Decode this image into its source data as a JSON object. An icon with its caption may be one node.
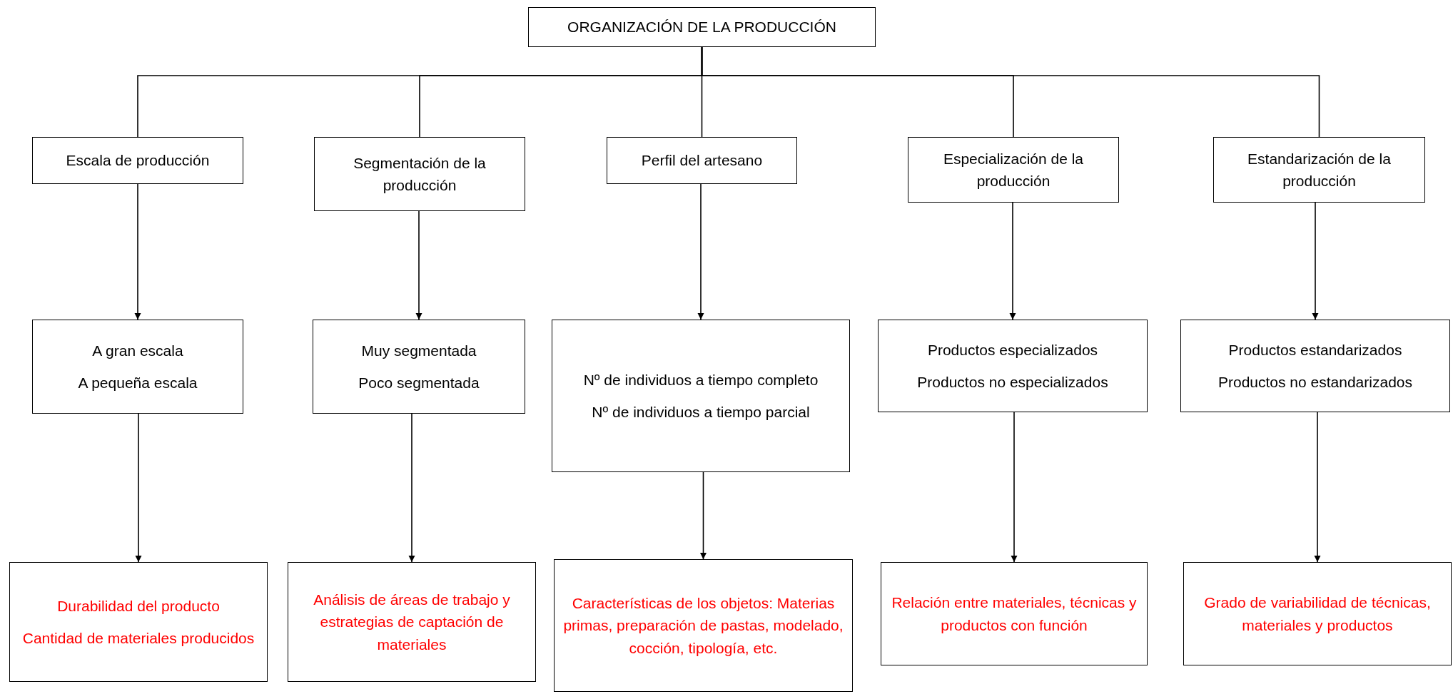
{
  "diagram": {
    "nodes": [
      {
        "text": [
          "ORGANIZACIÓN DE LA PRODUCCIÓN"
        ]
      },
      {
        "text": [
          "Escala de producción"
        ]
      },
      {
        "text": [
          "Segmentación de la producción"
        ]
      },
      {
        "text": [
          "Perfil del artesano"
        ]
      },
      {
        "text": [
          "Especialización de la producción"
        ]
      },
      {
        "text": [
          "Estandarización de la producción"
        ]
      },
      {
        "text": [
          "A gran escala",
          "A pequeña escala"
        ]
      },
      {
        "text": [
          "Muy segmentada",
          "Poco segmentada"
        ]
      },
      {
        "text": [
          "Nº de individuos a tiempo completo",
          "Nº de individuos a tiempo parcial"
        ]
      },
      {
        "text": [
          "Productos especializados",
          "Productos no especializados"
        ]
      },
      {
        "text": [
          "Productos estandarizados",
          "Productos no estandarizados"
        ]
      },
      {
        "text": [
          "Durabilidad del producto",
          "Cantidad de materiales producidos"
        ]
      },
      {
        "text": [
          "Análisis de áreas de trabajo y estrategias de captación de materiales"
        ]
      },
      {
        "text": [
          "Características de los objetos: Materias primas, preparación de pastas, modelado, cocción, tipología, etc."
        ]
      },
      {
        "text": [
          "Relación entre materiales, técnicas y productos con función"
        ]
      },
      {
        "text": [
          "Grado de variabilidad de técnicas, materiales y productos"
        ]
      }
    ],
    "edges": [
      {
        "from": 0,
        "to": 1,
        "arrow": "none"
      },
      {
        "from": 0,
        "to": 2,
        "arrow": "none"
      },
      {
        "from": 0,
        "to": 3,
        "arrow": "none"
      },
      {
        "from": 0,
        "to": 4,
        "arrow": "none"
      },
      {
        "from": 0,
        "to": 5,
        "arrow": "none"
      },
      {
        "from": 1,
        "to": 6,
        "arrow": "to"
      },
      {
        "from": 2,
        "to": 7,
        "arrow": "to"
      },
      {
        "from": 3,
        "to": 8,
        "arrow": "to"
      },
      {
        "from": 4,
        "to": 9,
        "arrow": "to"
      },
      {
        "from": 5,
        "to": 10,
        "arrow": "to"
      },
      {
        "from": 6,
        "to": 11,
        "arrow": "to"
      },
      {
        "from": 7,
        "to": 12,
        "arrow": "to"
      },
      {
        "from": 8,
        "to": 13,
        "arrow": "to"
      },
      {
        "from": 9,
        "to": 14,
        "arrow": "to"
      },
      {
        "from": 10,
        "to": 15,
        "arrow": "to"
      }
    ]
  }
}
